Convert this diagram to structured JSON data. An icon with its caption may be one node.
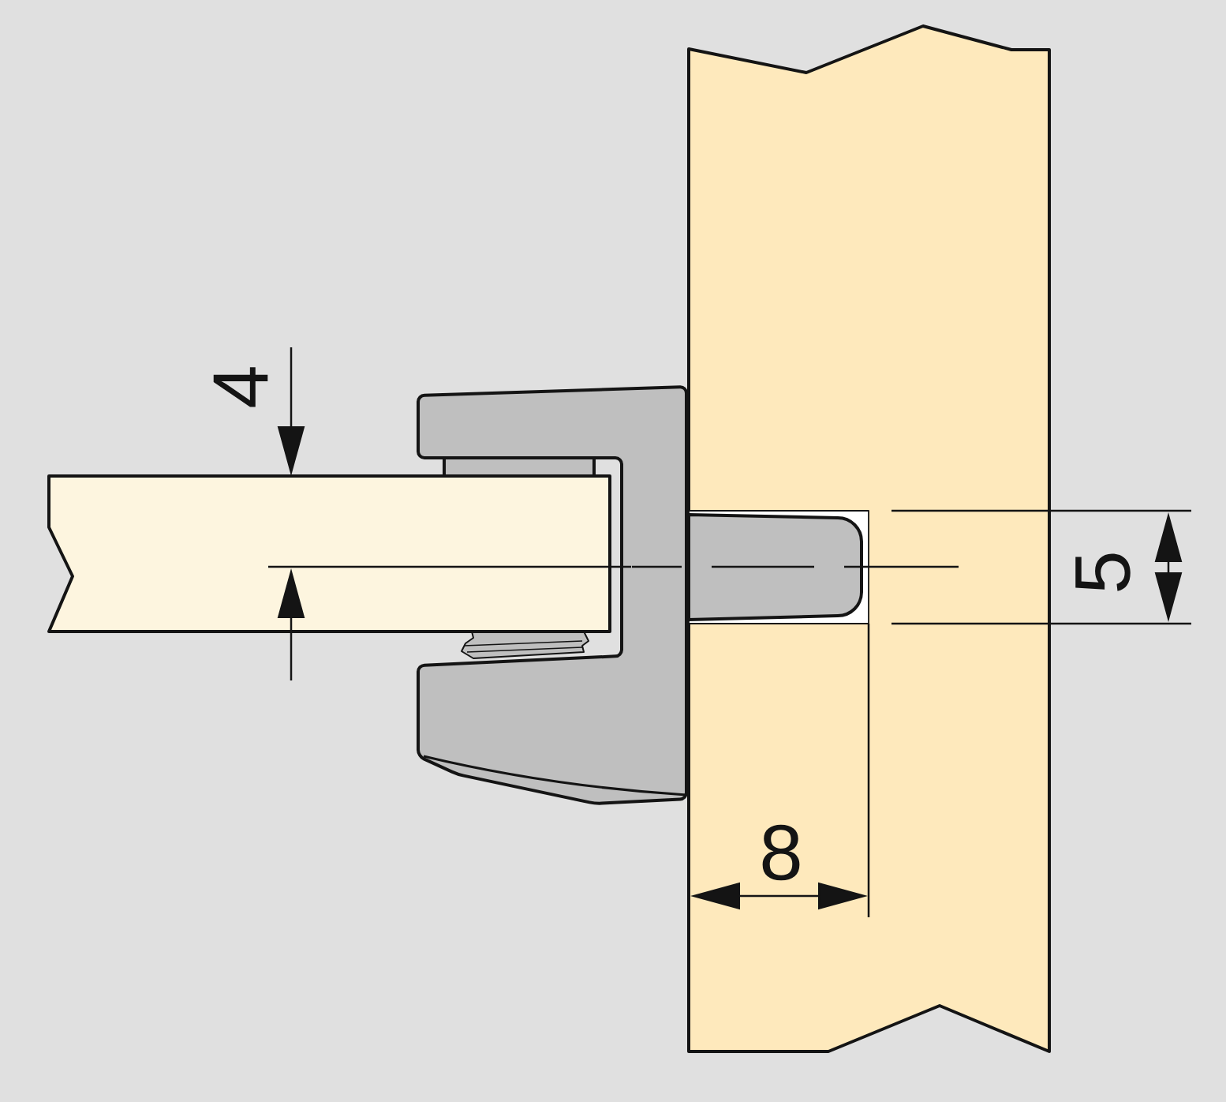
{
  "diagram": {
    "labels": [
      "4",
      "5",
      "8"
    ]
  }
}
